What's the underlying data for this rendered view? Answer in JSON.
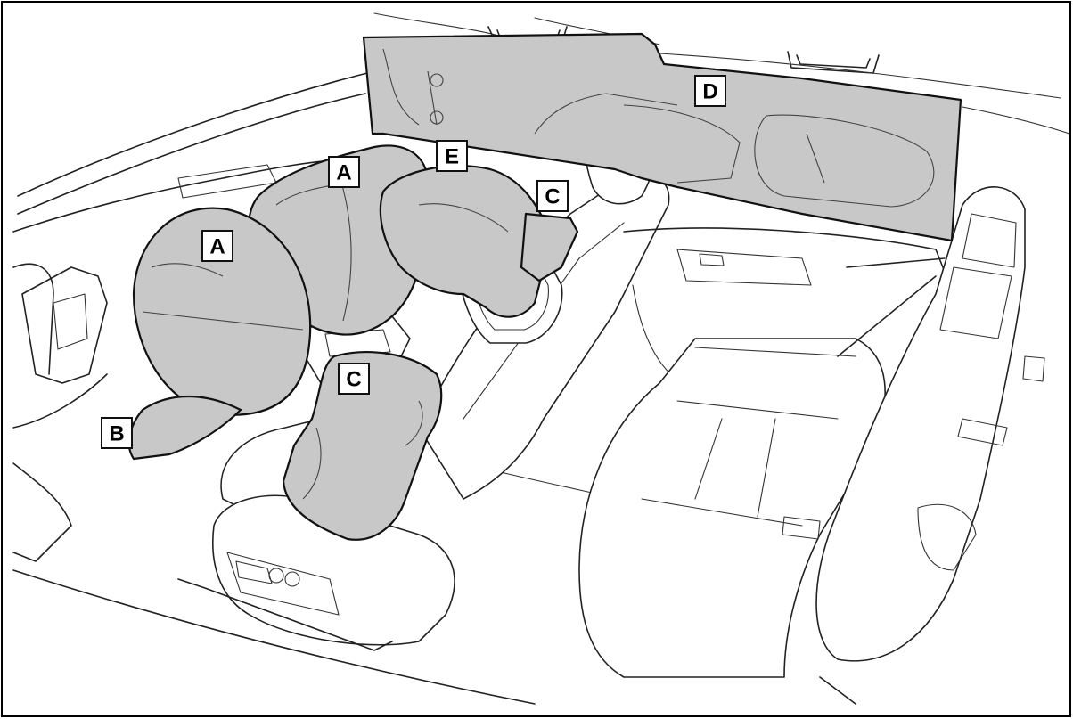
{
  "labels": {
    "A1": "A",
    "A2": "A",
    "B": "B",
    "C1": "C",
    "C2": "C",
    "D": "D",
    "E": "E"
  },
  "colors": {
    "airbag_fill": "#c8c8c8",
    "outline": "#111111",
    "background": "#ffffff"
  }
}
